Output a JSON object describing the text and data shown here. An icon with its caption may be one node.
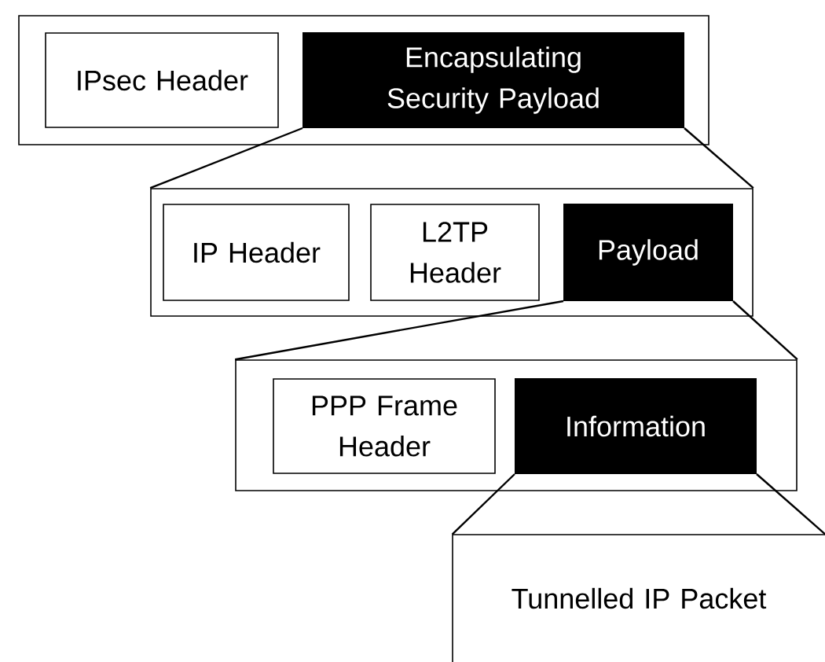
{
  "diagram": {
    "nodes": [
      {
        "text": [],
        "shape": "box"
      },
      {
        "text": [
          "IPsec Header"
        ],
        "in": 0
      },
      {
        "text": [
          "Encapsulating Security Payload"
        ],
        "in": 0
      },
      {
        "text": [],
        "shape": "box"
      },
      {
        "text": [
          "IP Header"
        ],
        "in": 3
      },
      {
        "text": [
          "L2TP Header"
        ],
        "in": 3
      },
      {
        "text": [
          "Payload"
        ],
        "in": 3
      },
      {
        "text": [],
        "shape": "box"
      },
      {
        "text": [
          "PPP Frame Header"
        ],
        "in": 7
      },
      {
        "text": [
          "Information"
        ],
        "in": 7
      },
      {
        "text": [
          "Tunnelled IP Packet"
        ]
      }
    ],
    "edges": [
      {
        "from": 2,
        "to": 3,
        "arrow": "none"
      },
      {
        "from": 2,
        "to": 3,
        "arrow": "none"
      },
      {
        "from": 6,
        "to": 7,
        "arrow": "none"
      },
      {
        "from": 6,
        "to": 7,
        "arrow": "none"
      },
      {
        "from": 9,
        "to": 10,
        "arrow": "none"
      },
      {
        "from": 9,
        "to": 10,
        "arrow": "none"
      }
    ]
  }
}
